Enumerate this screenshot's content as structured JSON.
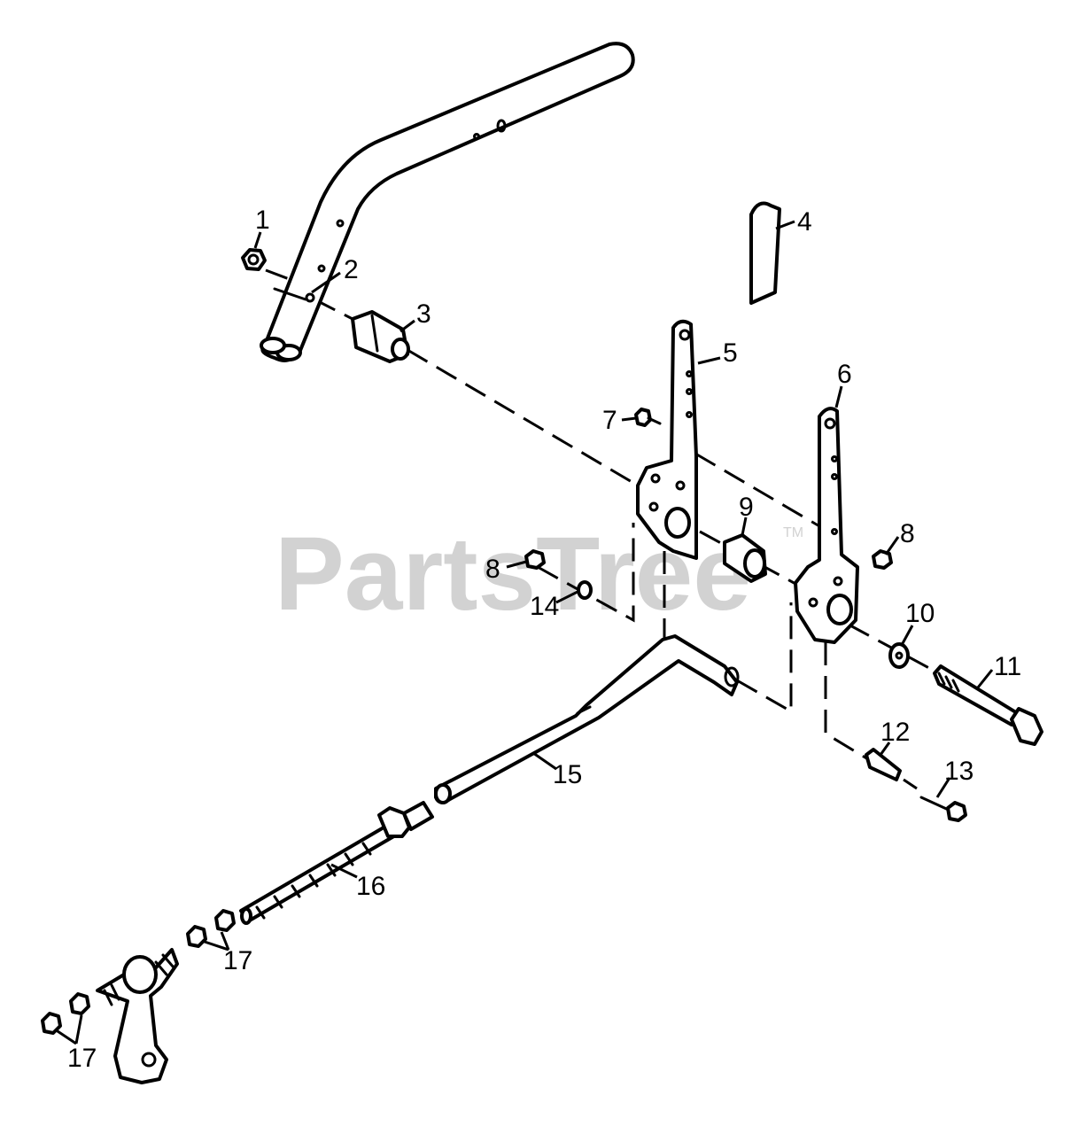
{
  "watermark": {
    "text": "PartsTree",
    "trademark": "TM",
    "color": "#d2d2d2"
  },
  "callouts": {
    "c1": "1",
    "c2": "2",
    "c3": "3",
    "c4": "4",
    "c5": "5",
    "c6": "6",
    "c7": "7",
    "c8a": "8",
    "c8b": "8",
    "c9": "9",
    "c10": "10",
    "c11": "11",
    "c12": "12",
    "c13": "13",
    "c14": "14",
    "c15": "15",
    "c16": "16",
    "c17a": "17",
    "c17b": "17"
  },
  "line_color": "#000000"
}
